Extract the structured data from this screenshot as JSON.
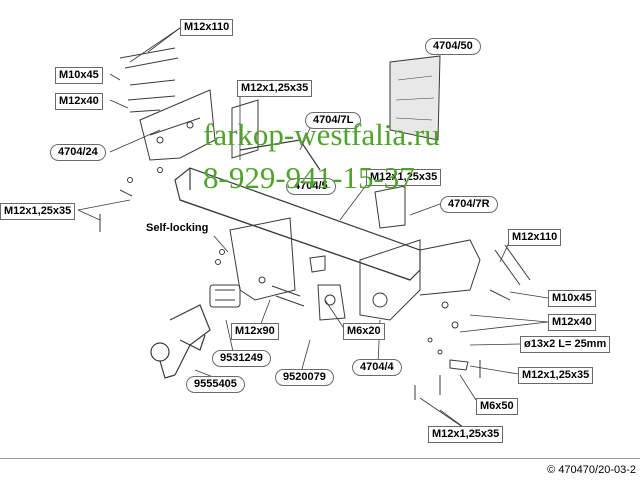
{
  "diagram": {
    "labels": {
      "m12x110_top": "M12x110",
      "m10x45_left": "M10x45",
      "m12x40_left": "M12x40",
      "p4704_24": "4704/24",
      "m12x125x35_left": "M12x1,25x35",
      "m12x125x35_top": "M12x1,25x35",
      "p4704_7l": "4704/7L",
      "p4704_5": "4704/5",
      "p4704_50": "4704/50",
      "m12x125x35_mid": "M12x1,25x35",
      "p4704_7r": "4704/7R",
      "m12x110_right": "M12x110",
      "self_locking": "Self-locking",
      "m10x45_right": "M10x45",
      "m12x40_right": "M12x40",
      "d13x2": "ø13x2 L= 25mm",
      "m12x90": "M12x90",
      "m6x20": "M6x20",
      "p9531249": "9531249",
      "p4704_4": "4704/4",
      "m12x125x35_right": "M12x1,25x35",
      "p9555405": "9555405",
      "p9520079": "9520079",
      "m6x50": "M6x50",
      "m12x125x35_bottom": "M12x1,25x35"
    },
    "watermark": {
      "site": "farkop-westfalia.ru",
      "phone": "8-929-941-15-37"
    },
    "copyright": "© 470470/20-03-2"
  },
  "colors": {
    "line": "#3a3a3a",
    "watermark": "#4fa32c",
    "label_border": "#6a6a6a"
  }
}
